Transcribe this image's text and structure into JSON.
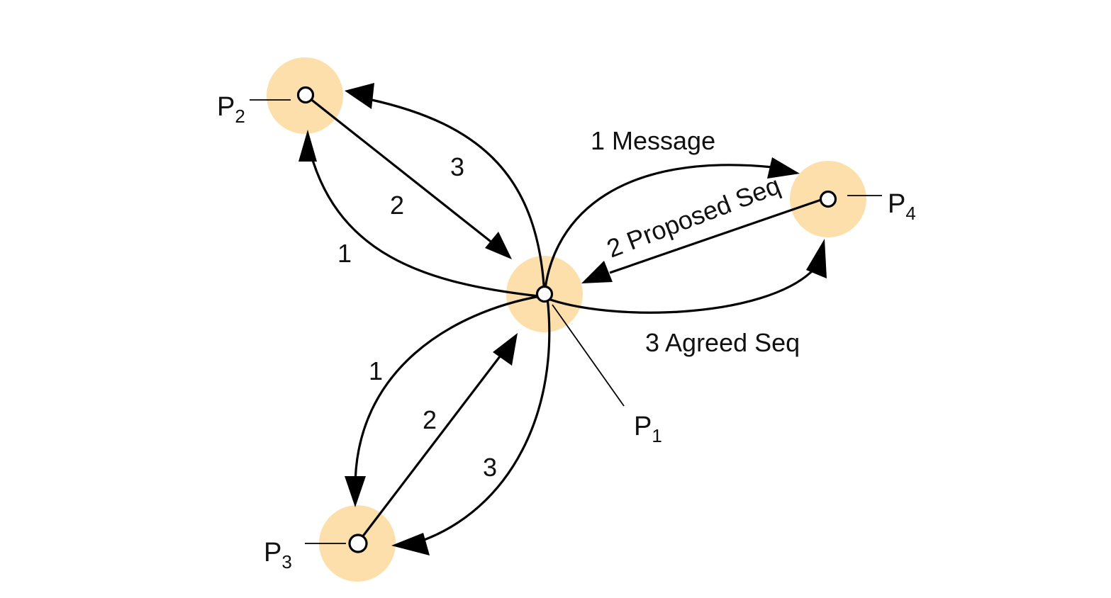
{
  "diagram": {
    "processes": [
      {
        "id": "p1",
        "label": "P",
        "sub": "1"
      },
      {
        "id": "p2",
        "label": "P",
        "sub": "2"
      },
      {
        "id": "p3",
        "label": "P",
        "sub": "3"
      },
      {
        "id": "p4",
        "label": "P",
        "sub": "4"
      }
    ],
    "edge_labels": {
      "p2_step1": "1",
      "p2_step2": "2",
      "p2_step3": "3",
      "p3_step1": "1",
      "p3_step2": "2",
      "p3_step3": "3",
      "p4_step1": "1 Message",
      "p4_step2": "2 Proposed Seq",
      "p4_step3": "3 Agreed Seq"
    },
    "colors": {
      "halo": "#fddca2",
      "stroke": "#000000",
      "node_fill": "#ffffff"
    }
  }
}
